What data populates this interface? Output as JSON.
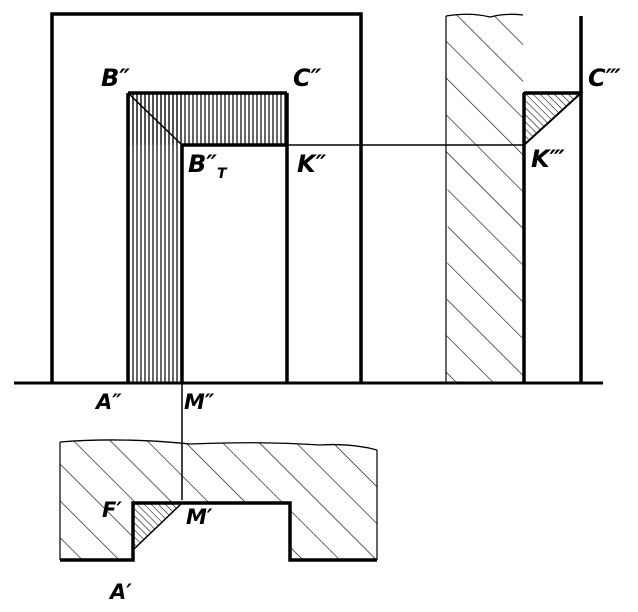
{
  "labels": {
    "b_front": "B″",
    "c_front": "C″",
    "bt_front_main": "B″",
    "bt_front_sub": "T",
    "k_front": "K″",
    "c_side": "C‴",
    "k_side": "K‴",
    "a_front": "A″",
    "m_front": "M″",
    "f_top": "F′",
    "m_top": "M′",
    "a_top": "A′"
  },
  "colors": {
    "ink": "#000000",
    "paper": "#ffffff"
  }
}
